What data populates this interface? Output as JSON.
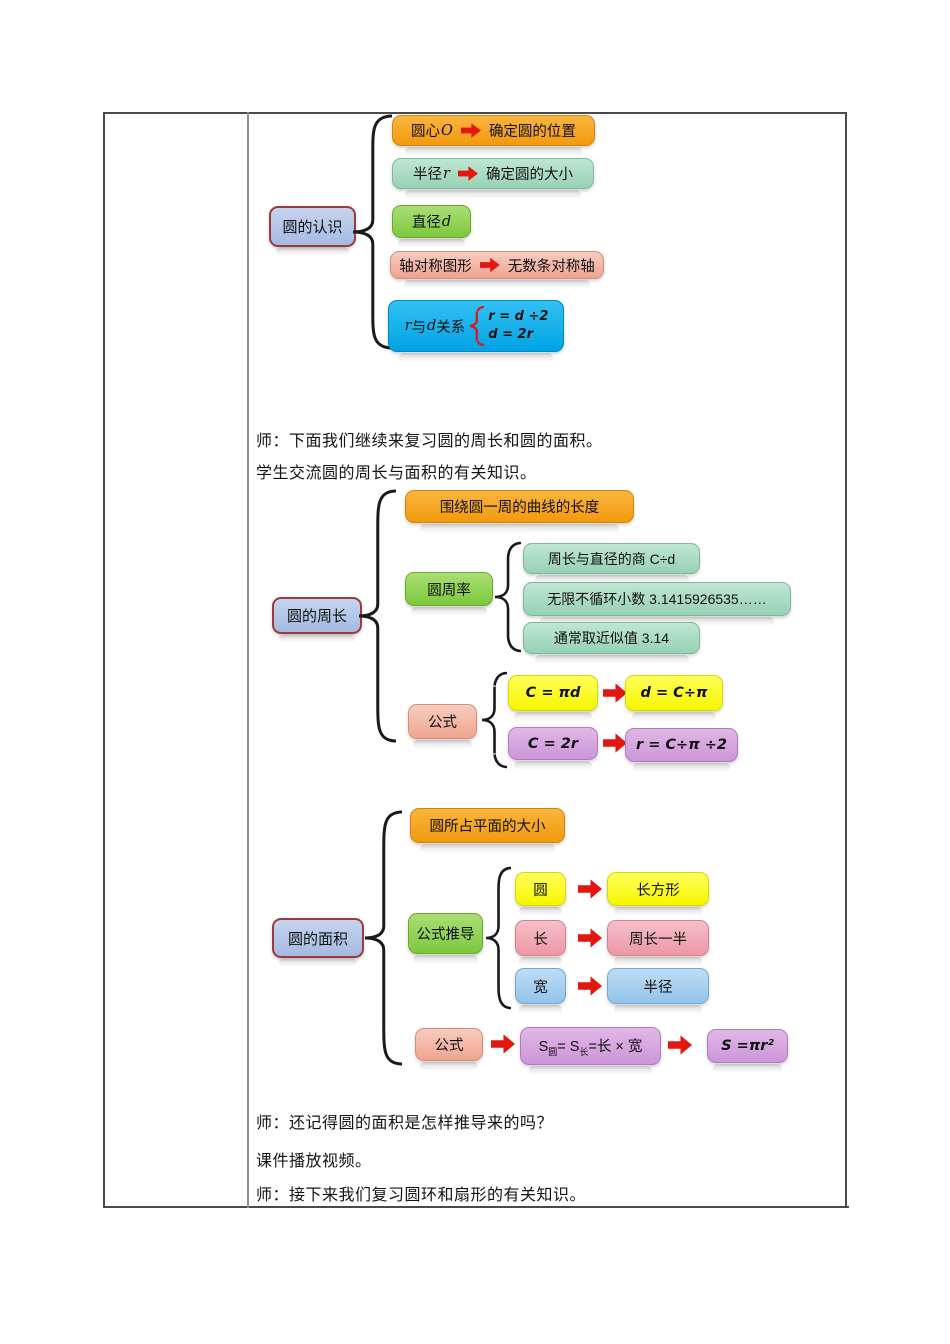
{
  "dialogue": {
    "line1": "师：下面我们继续来复习圆的周长和圆的面积。",
    "line2": "学生交流圆的周长与面积的有关知识。",
    "line3": "师：还记得圆的面积是怎样推导来的吗？",
    "line4": "课件播放视频。",
    "line5": "师：接下来我们复习圆环和扇形的有关知识。"
  },
  "recognition": {
    "root": "圆的认识",
    "center": {
      "label": "圆心",
      "var": "O",
      "result": "确定圆的位置"
    },
    "radius": {
      "label": "半径",
      "var": "r",
      "result": "确定圆的大小"
    },
    "diameter": {
      "label": "直径",
      "var": "d"
    },
    "symmetry": {
      "label": "轴对称图形",
      "result": "无数条对称轴"
    },
    "relation": {
      "part1": "r",
      "part2": "与",
      "part3": "d",
      "part4": "关系",
      "formula1": "r = d ÷2",
      "formula2": "d = 2r"
    }
  },
  "circumference": {
    "root": "圆的周长",
    "definition": "围绕圆一周的曲线的长度",
    "pi": {
      "label": "圆周率",
      "fact1": "周长与直径的商 C÷d",
      "fact2": "无限不循环小数  3.1415926535……",
      "fact3": "通常取近似值  3.14"
    },
    "formula": {
      "label": "公式",
      "f1": "C = πd",
      "f2": "d = C÷π",
      "f3": "C = 2r",
      "f4": "r = C÷π ÷2"
    }
  },
  "area": {
    "root": "圆的面积",
    "definition": "圆所占平面的大小",
    "derivation": {
      "label": "公式推导",
      "map1": {
        "from": "圆",
        "to": "长方形"
      },
      "map2": {
        "from": "长",
        "to": "周长一半"
      },
      "map3": {
        "from": "宽",
        "to": "半径"
      }
    },
    "formula": {
      "label": "公式",
      "expansion": {
        "b1": "S",
        "s1": "圆",
        "b2": "= S",
        "s2": "长",
        "b3": "=长 × 宽"
      },
      "final": "S =πr²"
    }
  },
  "colors": {
    "orange": "#F6A11C",
    "teal": "#A6DCC2",
    "green": "#8FD052",
    "salmon": "#F3B5A6",
    "cyan": "#00AEEF",
    "root_fill": "#AFC3E7",
    "root_border": "#9B3B3B",
    "yellow": "#FCFC00",
    "violet": "#D4A3DC",
    "rose": "#F2A9B6",
    "sky": "#A3CEEF",
    "arrow_red": "#E3170F",
    "brace_black": "#1A1A1A",
    "brace_red": "#D21F26"
  }
}
